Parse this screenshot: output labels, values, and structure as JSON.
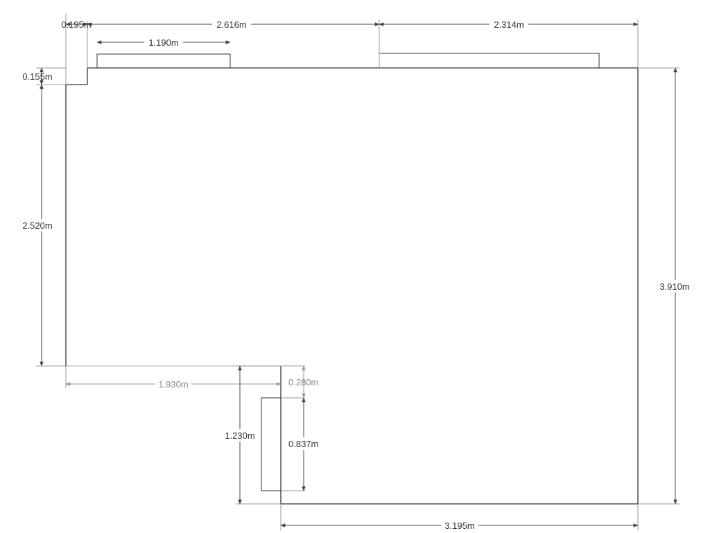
{
  "colors": {
    "background": "#ffffff",
    "wall": "#333333",
    "dimension": "#444444",
    "dimension_light": "#9a9a9a",
    "text": "#333333",
    "text_light": "#888888"
  },
  "dimensions": {
    "top_left_notch_width": "0.195m",
    "top_left_segment": "2.616m",
    "top_window_left": "1.190m",
    "top_right_segment": "2.314m",
    "left_notch_height": "0.155m",
    "left_wall_height": "2.520m",
    "right_wall_height": "3.910m",
    "lower_left_width": "1.930m",
    "step_offset": "0.280m",
    "lower_notch_height": "1.230m",
    "lower_window": "0.837m",
    "bottom_width": "3.195m"
  }
}
